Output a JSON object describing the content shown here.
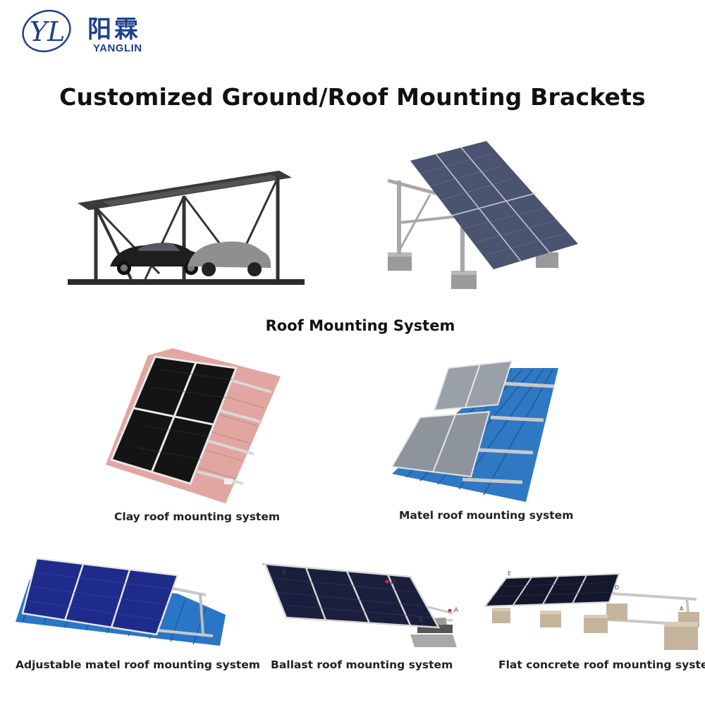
{
  "brand": {
    "name_cn": "阳霖",
    "name_en": "YANGLIN",
    "logo_mark": "YL",
    "color": "#1e3f8f"
  },
  "title": "Customized Ground/Roof Mounting Brackets",
  "section_title": "Roof Mounting System",
  "products": [
    {
      "caption": "Clay roof mounting system",
      "icon": "clay-roof-illustration"
    },
    {
      "caption": "Matel roof mounting system",
      "icon": "metal-roof-illustration"
    },
    {
      "caption": "Adjustable matel roof mounting system",
      "icon": "adjustable-roof-illustration"
    },
    {
      "caption": "Ballast roof mounting system",
      "icon": "ballast-roof-illustration"
    },
    {
      "caption": "Flat concrete roof mounting system",
      "icon": "flat-concrete-illustration"
    }
  ],
  "ground_systems": [
    {
      "icon": "carport-illustration"
    },
    {
      "icon": "ground-mount-illustration"
    }
  ],
  "ballast_labels": {
    "e": "E",
    "d": "D",
    "a": "A",
    "b": "B"
  }
}
